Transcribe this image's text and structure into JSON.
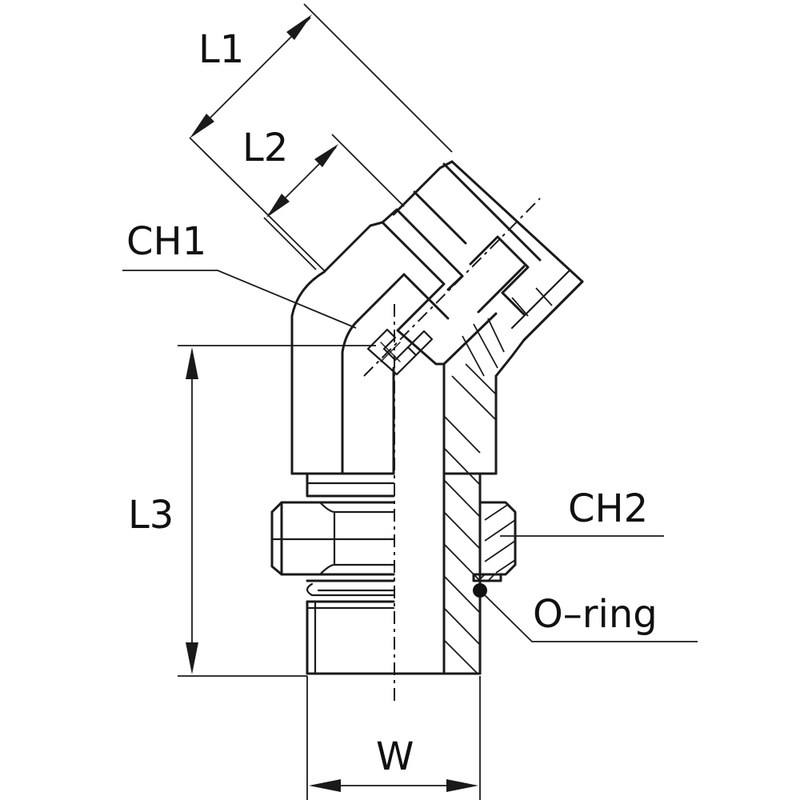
{
  "labels": {
    "l1": "L1",
    "l2": "L2",
    "ch1": "CH1",
    "l3": "L3",
    "ch2": "CH2",
    "o_ring": "O–ring",
    "w": "W"
  },
  "colors": {
    "line": "#1a1a1a",
    "background": "#ffffff"
  }
}
